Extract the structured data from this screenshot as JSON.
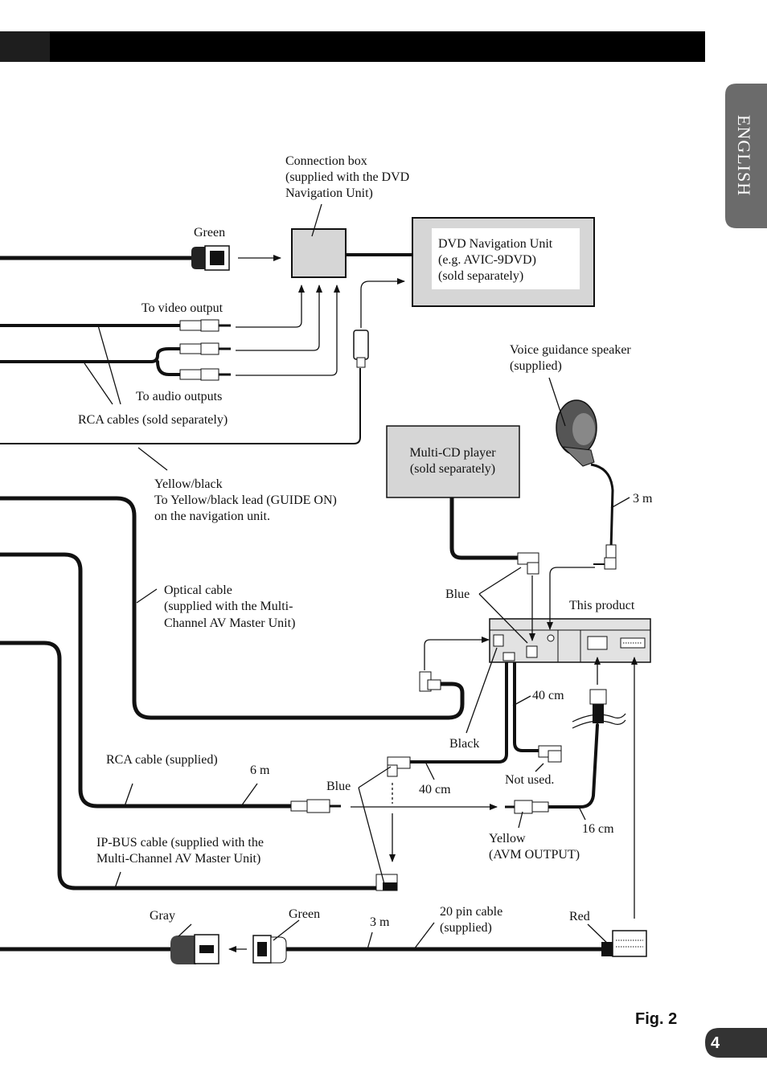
{
  "header": {
    "language_tab": "ENGLISH"
  },
  "footer": {
    "figure_label": "Fig. 2",
    "page_number": "4"
  },
  "components": {
    "connection_box": [
      "Connection box",
      "(supplied with the DVD",
      "Navigation Unit)"
    ],
    "dvd_nav": [
      "DVD Navigation Unit",
      "(e.g. AVIC-9DVD)",
      "(sold separately)"
    ],
    "multi_cd": [
      "Multi-CD player",
      "(sold separately)"
    ],
    "voice_speaker": [
      "Voice guidance speaker",
      "(supplied)"
    ],
    "this_product": "This product"
  },
  "labels": {
    "green_top": "Green",
    "video_output": "To video output",
    "audio_outputs": "To audio outputs",
    "rca_sold": "RCA cables (sold separately)",
    "yellow_black": [
      "Yellow/black",
      "To Yellow/black lead (GUIDE ON)",
      "on the navigation unit."
    ],
    "optical": [
      "Optical cable",
      "(supplied with the Multi-",
      "Channel AV Master Unit)"
    ],
    "len_3m_speaker": "3 m",
    "blue_upper": "Blue",
    "len_40cm_a": "40 cm",
    "black": "Black",
    "not_used": "Not used.",
    "rca_supplied": "RCA cable (supplied)",
    "len_6m": "6 m",
    "blue_lower": "Blue",
    "len_40cm_b": "40 cm",
    "yellow_avm": [
      "Yellow",
      "(AVM OUTPUT)"
    ],
    "len_16cm": "16 cm",
    "ipbus": [
      "IP-BUS cable (supplied with the",
      "Multi-Channel AV Master Unit)"
    ],
    "gray": "Gray",
    "green_bottom": "Green",
    "len_3m_bottom": "3 m",
    "pin20": [
      "20 pin cable",
      "(supplied)"
    ],
    "red": "Red"
  }
}
